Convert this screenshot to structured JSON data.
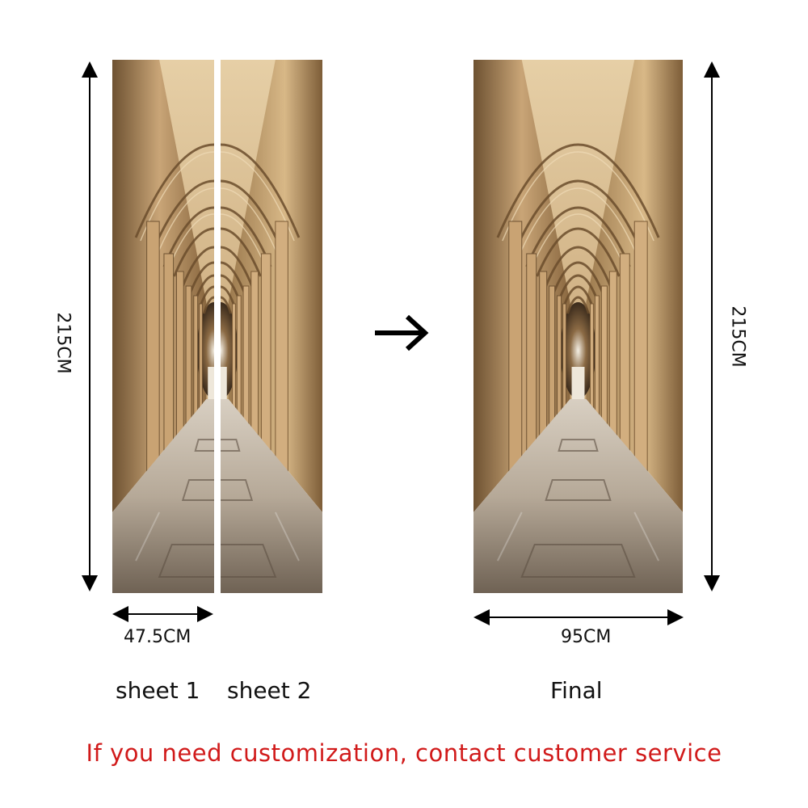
{
  "dimensions": {
    "height_left": "215CM",
    "width_sheet": "47.5CM",
    "height_right": "215CM",
    "width_final": "95CM"
  },
  "captions": {
    "sheet1": "sheet 1",
    "sheet2": "sheet 2",
    "final": "Final"
  },
  "notice": {
    "text": "If you need customization, contact customer service",
    "color": "#d11a1a"
  },
  "icons": {
    "transform_arrow": "arrow-right-icon",
    "dimension_arrows": "double-headed-arrow-icon"
  },
  "palette": {
    "stone_light": "#d9b98a",
    "stone_dark": "#7a5a33",
    "floor": "#b9aa98",
    "shadow": "#2b2018"
  }
}
